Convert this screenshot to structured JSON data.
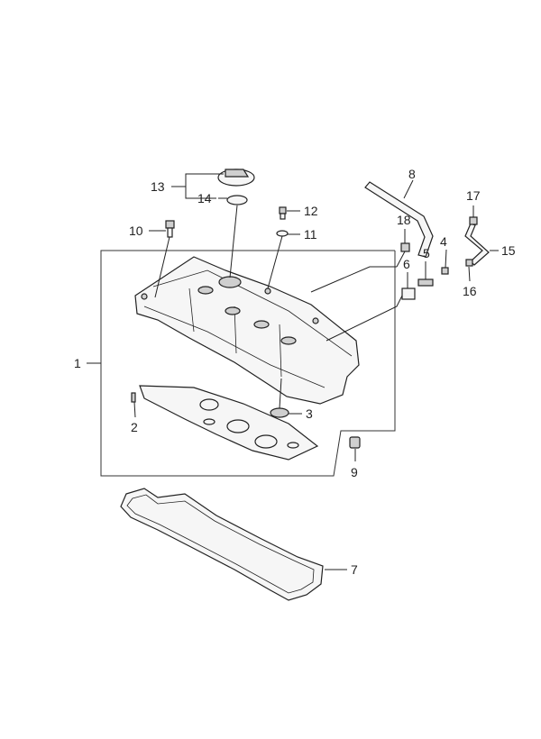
{
  "parts": [
    {
      "id": "1"
    },
    {
      "id": "2"
    },
    {
      "id": "3"
    },
    {
      "id": "4"
    },
    {
      "id": "5"
    },
    {
      "id": "6"
    },
    {
      "id": "7"
    },
    {
      "id": "8"
    },
    {
      "id": "9"
    },
    {
      "id": "10"
    },
    {
      "id": "11"
    },
    {
      "id": "12"
    },
    {
      "id": "13"
    },
    {
      "id": "14"
    },
    {
      "id": "15"
    },
    {
      "id": "16"
    },
    {
      "id": "17"
    },
    {
      "id": "18"
    }
  ]
}
